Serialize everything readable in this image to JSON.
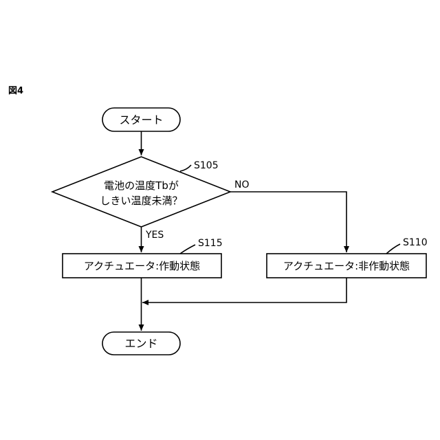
{
  "figure": {
    "label": "図4"
  },
  "nodes": {
    "start": {
      "text": "スタート"
    },
    "decision": {
      "step": "S105",
      "line1": "電池の温度Tbが",
      "line2": "しきい温度未満？"
    },
    "process_yes": {
      "step": "S115",
      "text": "アクチュエータ:作動状態"
    },
    "process_no": {
      "step": "S110",
      "text": "アクチュエータ:非作動状態"
    },
    "end": {
      "text": "エンド"
    }
  },
  "branches": {
    "yes": "YES",
    "no": "NO"
  }
}
